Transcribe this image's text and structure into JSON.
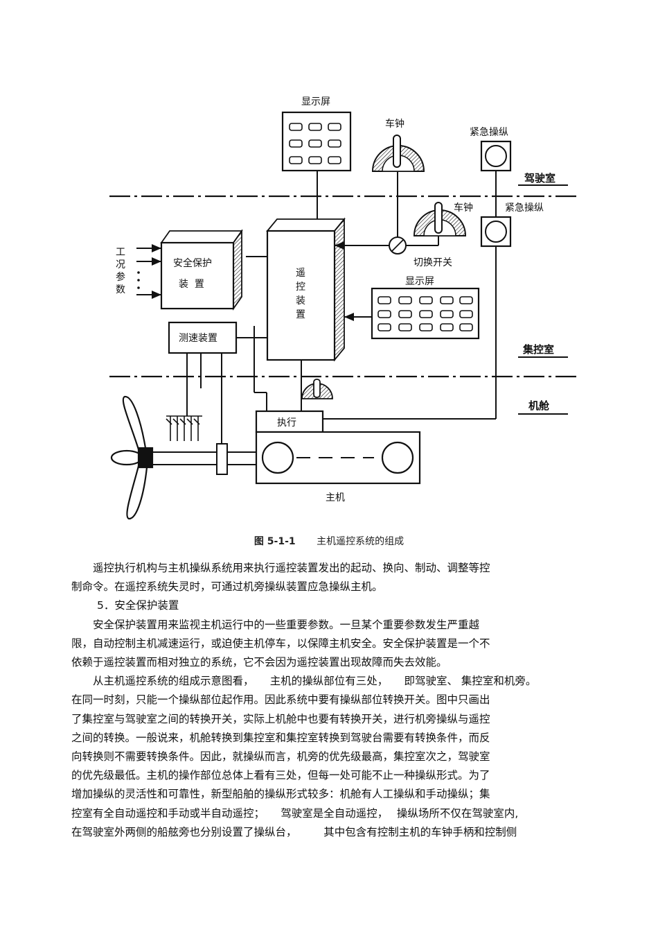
{
  "diagram": {
    "labels": {
      "display_top": "显示屏",
      "telegraph_bridge": "车钟",
      "emergency_bridge": "紧急操纵",
      "zone_bridge": "驾驶室",
      "telegraph_control": "车钟",
      "emergency_control": "紧急操纵",
      "safety_line1": "安全保护",
      "safety_line2": "装  置",
      "remote_chars": [
        "遥",
        "控",
        "装",
        "置"
      ],
      "switch": "切换开关",
      "display_mid": "显示屏",
      "speed": "测速装置",
      "zone_control": "集控室",
      "zone_engine": "机舱",
      "actuator": "执行",
      "main_engine": "主机",
      "params_chars": [
        "工",
        "况",
        "参",
        "数"
      ]
    }
  },
  "caption": {
    "number": "图 5-1-1",
    "title": "主机遥控系统的组成"
  },
  "body": {
    "p1_l1": "遥控执行机构与主机操纵系统用来执行遥控装置发出的起动、换向、制动、调整等控",
    "p1_l2": "制命令。在遥控系统失灵时，可通过机旁操纵装置应急操纵主机。",
    "heading": "5．安全保护装置",
    "p2_l1": "安全保护装置用来监视主机运行中的一些重要参数。一旦某个重要参数发生严重越",
    "p2_l2": "限，自动控制主机减速运行，或迫使主机停车，以保障主机安全。安全保护装置是一个不",
    "p2_l3": "依赖于遥控装置而相对独立的系统，它不会因为遥控装置出现故障而失去效能。",
    "p3_l1": "从主机遥控系统的组成示意图看，　　主机的操纵部位有三处，　　即驾驶室、 集控室和机旁。",
    "p3_l2": "在同一时刻，只能一个操纵部位起作用。因此系统中要有操纵部位转换开关。图中只画出",
    "p3_l3": "了集控室与驾驶室之间的转换开关，实际上机舱中也要有转换开关，进行机旁操纵与遥控",
    "p3_l4": "之间的转换。一般说来，机舱转换到集控室和集控室转换到驾驶台需要有转换条件，而反",
    "p3_l5": "向转换则不需要转换条件。因此，就操纵而言，机旁的优先级最高，集控室次之，驾驶室",
    "p3_l6": "的优先级最低。主机的操作部位总体上看有三处，但每一处可能不止一种操纵形式。为了",
    "p3_l7": "增加操纵的灵活性和可靠性，新型船舶的操纵形式较多：机舱有人工操纵和手动操纵；集",
    "p3_l8": "控室有全自动遥控和手动或半自动遥控；　　驾驶室是全自动遥控，　 操纵场所不仅在驾驶室内,",
    "p3_l9": "在驾驶室外两侧的船舷旁也分别设置了操纵台，　　　其中包含有控制主机的车钟手柄和控制侧"
  }
}
